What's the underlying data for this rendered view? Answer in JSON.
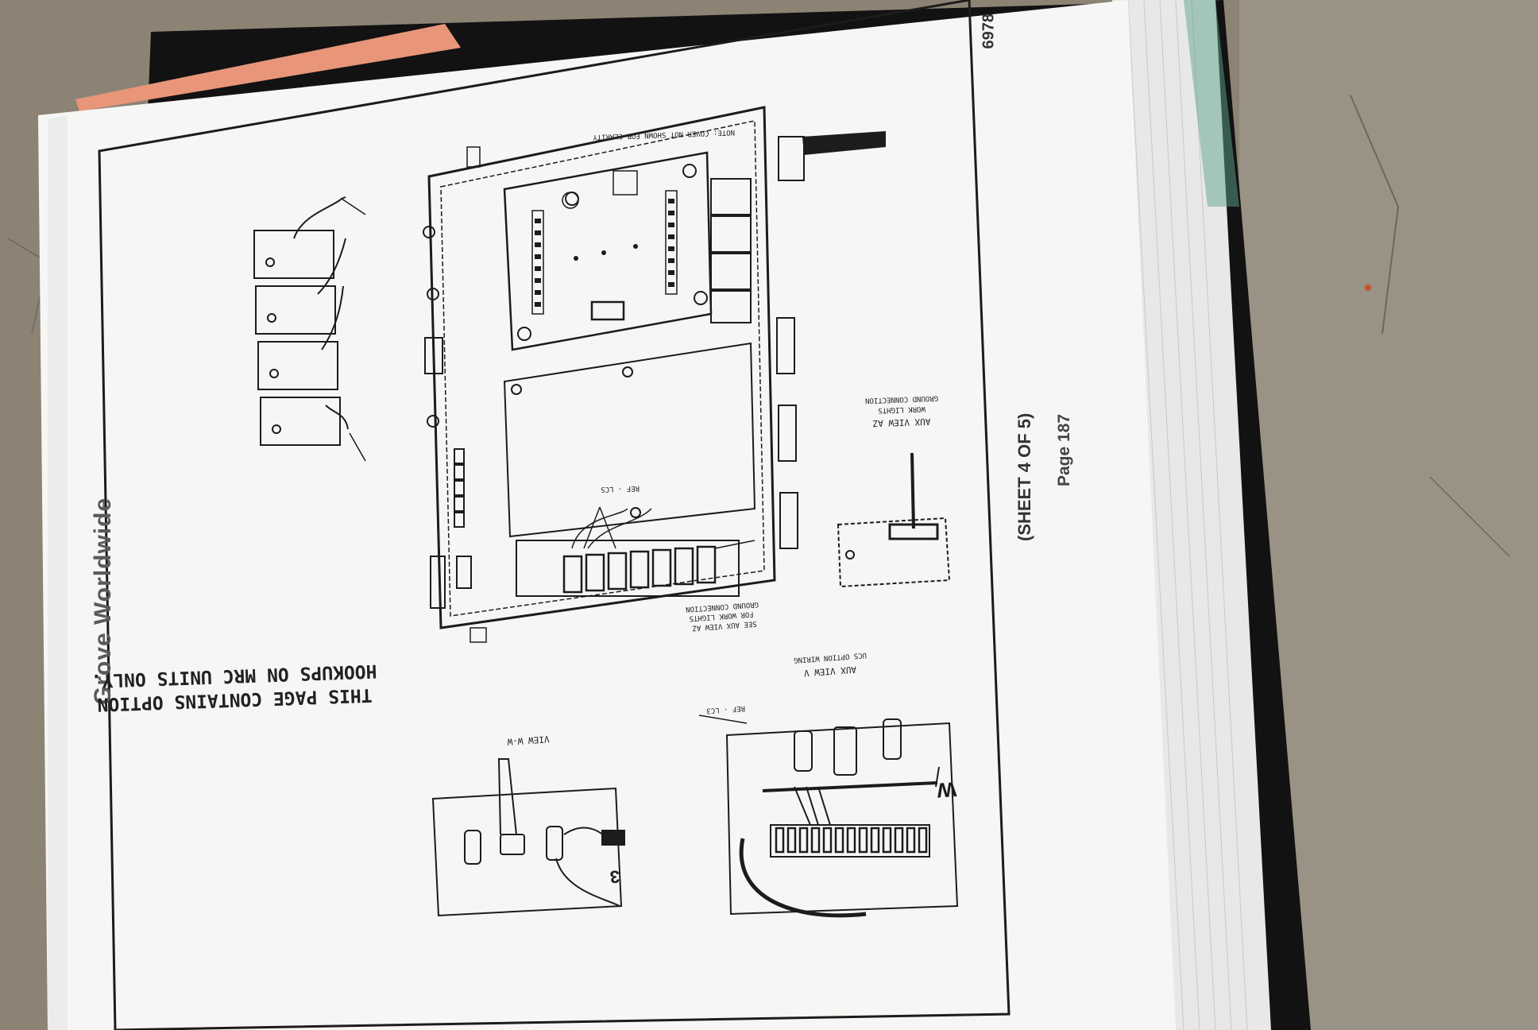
{
  "manual_page": {
    "brand": "Grove Worldwide",
    "note_line1": "THIS PAGE CONTAINS OPTION",
    "note_line2": "HOOKUPS ON MRC UNITS ONLY.",
    "sheet": "(SHEET 4 OF 5)",
    "page_number": "Page 187",
    "doc_code": "6978"
  },
  "drawing_labels": {
    "cover_note": "NOTE: COVER NOT SHOWN FOR CLARITY",
    "aux_view_az": "AUX VIEW AZ",
    "aux_view_az_sub1": "WORK LIGHTS",
    "aux_view_az_sub2": "GROUND CONNECTION",
    "aux_view_v": "AUX VIEW V",
    "aux_view_v_sub": "UCS OPTION WIRING",
    "view_ww": "VIEW W-W",
    "see_aux_view": "SEE AUX VIEW AZ",
    "see_aux_view2": "FOR WORK LIGHTS",
    "see_aux_view3": "GROUND CONNECTION",
    "ref_lcs": "REF - LCS",
    "ref_lcs2": "REF - LC3",
    "w_marker": "W",
    "callout_3": "3"
  },
  "colors": {
    "background": "#8c8374",
    "paper": "#f6f6f4",
    "ink": "#1c1c1c",
    "binder": "#121212",
    "tab_orange": "#e8957a"
  }
}
